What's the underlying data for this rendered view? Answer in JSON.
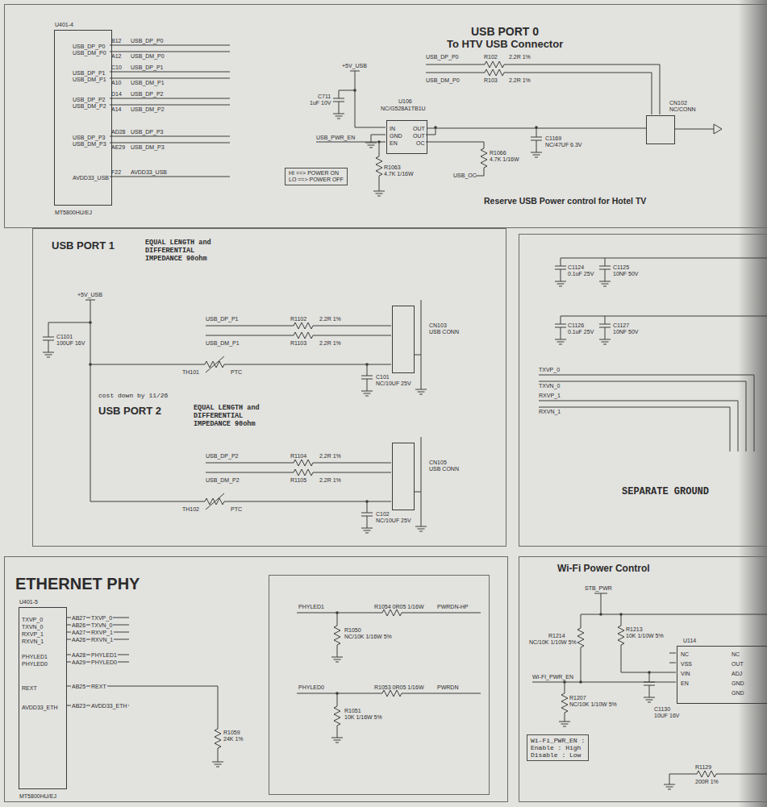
{
  "diagram": {
    "nodes": [
      {
        "text": [
          "USB PORT 0",
          "To HTV USB Connector"
        ]
      },
      {
        "text": [
          "USB PORT 1"
        ]
      },
      {
        "text": [
          "SEPARATE GROUND"
        ]
      },
      {
        "text": [
          "ETHERNET PHY"
        ]
      },
      {
        "text": [
          "PHYLED1",
          "R1054 0R05 1/16W",
          "PWRDN-HP",
          "R1050",
          "NC/10K 1/16W 5%",
          "PHYLED0",
          "R1053 0R05 1/16W",
          "PWRDN",
          "R1051",
          "10K 1/16W 5%"
        ],
        "in": 3
      },
      {
        "text": [
          "Wi-Fi Power Control"
        ]
      },
      {
        "text": [
          "U401-4",
          "USB_DP_P0",
          "USB_DM_P0",
          "USB_DP_P1",
          "USB_DM_P1",
          "USB_DP_P2",
          "USB_DM_P2",
          "USB_DP_P3",
          "USB_DM_P3",
          "AVDD33_USB",
          "MT5800HU/EJ"
        ],
        "in": 0
      },
      {
        "text": [
          "U106",
          "NC/G528A1TB1U",
          "IN",
          "GND",
          "EN",
          "OUT",
          "OUT",
          "OC"
        ],
        "in": 0
      },
      {
        "text": [
          "HI ==> POWER ON",
          "LO ==> POWER OFF"
        ],
        "in": 0
      },
      {
        "text": [
          "CN102",
          "NC/CONN"
        ],
        "in": 0
      },
      {
        "text": [
          "CN103",
          "USB CONN"
        ],
        "in": 1
      },
      {
        "text": [
          "CN105",
          "USB CONN"
        ],
        "in": 1
      },
      {
        "text": [
          "U401-5",
          "TXVP_0",
          "TXVN_0",
          "RXVP_1",
          "RXVN_1",
          "PHYLED1",
          "PHYLED0",
          "REXT",
          "AVDD33_ETH",
          "MT5800HU/EJ"
        ],
        "in": 3
      },
      {
        "text": [
          "Wi-Fi_PWR_EN :",
          "Enable : High",
          "Disable : Low"
        ],
        "in": 5
      },
      {
        "text": [
          "U114",
          "NC",
          "VSS",
          "VIN",
          "EN",
          "NC",
          "OUT",
          "ADJ",
          "GND",
          "GND"
        ],
        "in": 5
      }
    ],
    "edges": [
      {
        "from": 7,
        "to": 9,
        "arrow": "none"
      }
    ],
    "labels": [
      "B12",
      "USB_DP_P0",
      "A12",
      "USB_DM_P0",
      "C10",
      "USB_DP_P1",
      "A10",
      "USB_DM_P1",
      "D14",
      "USB_DP_P2",
      "A14",
      "USB_DM_P2",
      "AD28",
      "USB_DP_P3",
      "AE29",
      "USB_DM_P3",
      "F22",
      "AVDD33_USB",
      "+5V_USB",
      "C711",
      "1uF 10V",
      "USB_PWR_EN",
      "R1063",
      "4.7K 1/16W",
      "USB_DP_P0",
      "R102",
      "2.2R 1%",
      "USB_DM_P0",
      "R103",
      "2.2R 1%",
      "R1066",
      "4.7K 1/16W",
      "C1169",
      "NC/47UF 6.3V",
      "USB_OC",
      "Reserve USB Power control for Hotel TV",
      "EQUAL LENGTH and DIFFERENTIAL IMPEDANCE 90ohm",
      "+5V_USB",
      "C1101",
      "100UF 16V",
      "USB_DP_P1",
      "R1102",
      "2.2R 1%",
      "USB_DM_P1",
      "R1103",
      "2.2R 1%",
      "C101",
      "NC/10UF 25V",
      "TH101",
      "PTC",
      "cost down by 11/26",
      "USB PORT 2",
      "EQUAL LENGTH and DIFFERENTIAL IMPEDANCE 90ohm",
      "USB_DP_P2",
      "R1104",
      "2.2R 1%",
      "USB_DM_P2",
      "R1105",
      "2.2R 1%",
      "C102",
      "NC/10UF 25V",
      "TH102",
      "PTC",
      "C1124",
      "0.1uF 25V",
      "C1125",
      "10NF 50V",
      "C1126",
      "0.1uF 25V",
      "C1127",
      "10NF 50V",
      "TXVP_0",
      "TXVN_0",
      "RXVP_1",
      "RXVN_1",
      "AB27",
      "TXVP_0",
      "AB26",
      "TXVN_0",
      "AA27",
      "RXVP_1",
      "AA26",
      "RXVN_1",
      "AA28",
      "PHYLED1",
      "AA29",
      "PHYLED0",
      "AB25",
      "REXT",
      "AB23",
      "AVDD33_ETH",
      "R1059",
      "24K 1%",
      "STB_PWR",
      "R1213",
      "10K 1/10W 5%",
      "R1214",
      "NC/10K 1/10W 5%",
      "WI-FI_PWR_EN",
      "R1207",
      "NC/10K 1/10W 5%",
      "C1130",
      "10UF 16V",
      "R1129",
      "200R 1%"
    ]
  }
}
